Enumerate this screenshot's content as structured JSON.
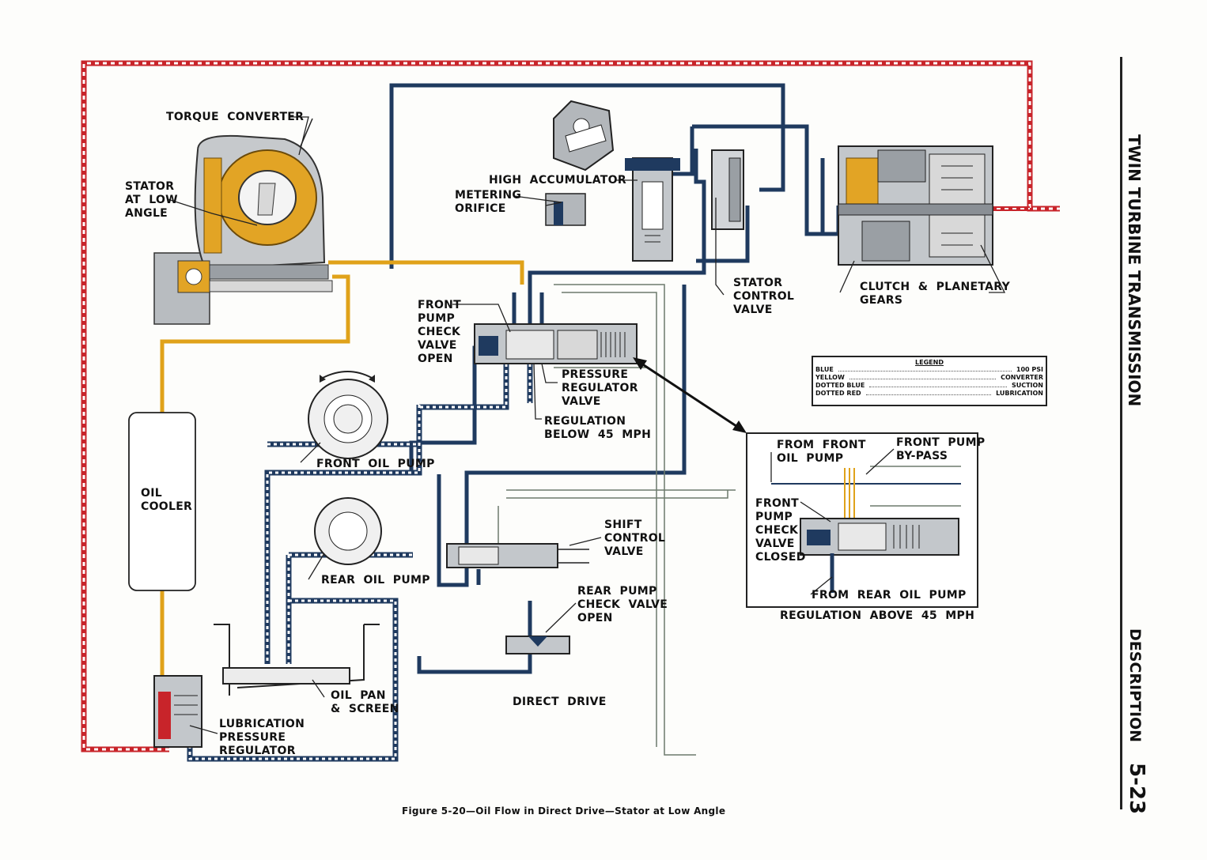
{
  "side_title": "TWIN TURBINE TRANSMISSION",
  "side_section": "DESCRIPTION",
  "page_number": "5-23",
  "caption": "Figure 5-20—Oil Flow in Direct Drive—Stator at Low Angle",
  "colors": {
    "blue": "#1f3a5f",
    "yellow": "#e0a21a",
    "dotted_red": "#c8242a",
    "dotted_blue": "#1f3a5f",
    "metal": "#8a8f95"
  },
  "labels": {
    "torque_converter": "TORQUE  CONVERTER",
    "stator": "STATOR\nAT  LOW\nANGLE",
    "high_accumulator": "HIGH  ACCUMULATOR",
    "metering_orifice": "METERING\nORIFICE",
    "stator_control_valve": "STATOR\nCONTROL\nVALVE",
    "clutch_planetary": "CLUTCH  &  PLANETARY\nGEARS",
    "front_pump_check_open": "FRONT\nPUMP\nCHECK\nVALVE\nOPEN",
    "pressure_regulator": "PRESSURE\nREGULATOR\nVALVE",
    "regulation_below": "REGULATION\nBELOW  45  MPH",
    "front_oil_pump": "FRONT  OIL  PUMP",
    "rear_oil_pump": "REAR  OIL  PUMP",
    "oil_cooler": "OIL\nCOOLER",
    "shift_control_valve": "SHIFT\nCONTROL\nVALVE",
    "rear_pump_check_open": "REAR  PUMP\nCHECK  VALVE\nOPEN",
    "oil_pan": "OIL  PAN\n&  SCREEN",
    "lubrication_regulator": "LUBRICATION\nPRESSURE\nREGULATOR",
    "direct_drive": "DIRECT  DRIVE"
  },
  "inset": {
    "from_front_oil_pump": "FROM  FRONT\nOIL  PUMP",
    "front_pump_bypass": "FRONT  PUMP\nBY-PASS",
    "front_pump_check_closed": "FRONT\nPUMP\nCHECK\nVALVE\nCLOSED",
    "from_rear_oil_pump": "FROM  REAR  OIL  PUMP",
    "regulation_above": "REGULATION  ABOVE  45  MPH"
  },
  "legend": {
    "title": "LEGEND",
    "rows": [
      {
        "key": "BLUE",
        "value": "100 PSI"
      },
      {
        "key": "YELLOW",
        "value": "CONVERTER"
      },
      {
        "key": "DOTTED  BLUE",
        "value": "SUCTION"
      },
      {
        "key": "DOTTED  RED",
        "value": "LUBRICATION"
      }
    ]
  }
}
